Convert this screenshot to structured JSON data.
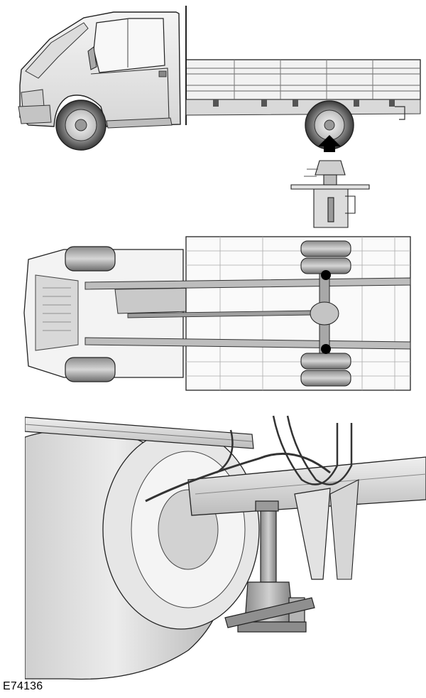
{
  "figure": {
    "reference_code": "E74136",
    "callout_color": "#000000",
    "line_color": "#1a1a1a",
    "fill_light": "#e9e9e9",
    "fill_mid": "#bdbdbd",
    "fill_dark": "#7a7a7a"
  },
  "views": [
    {
      "name": "side-view",
      "marker": "arrow-icon"
    },
    {
      "name": "underside-view",
      "marker": "dot-markers"
    },
    {
      "name": "detail-view",
      "marker": "bottle-jack"
    }
  ]
}
